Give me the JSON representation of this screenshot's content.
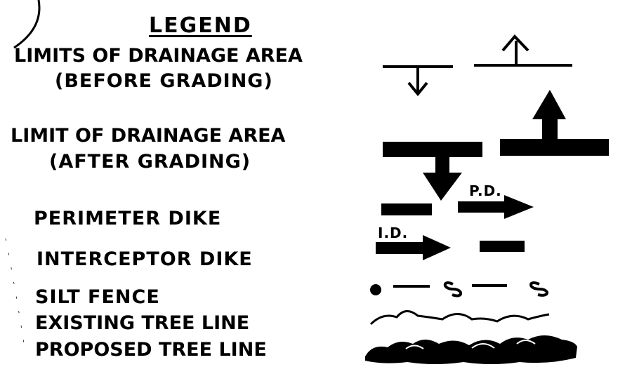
{
  "legend": {
    "title": "LEGEND",
    "items": [
      {
        "label_lines": [
          "LIMITS OF DRAINAGE AREA",
          "(BEFORE GRADING)"
        ],
        "symbol": "thin-line-with-small-arrows"
      },
      {
        "label_lines": [
          "LIMIT OF DRAINAGE AREA",
          "(AFTER GRADING)"
        ],
        "symbol": "thick-bar-with-bold-arrows"
      },
      {
        "label_lines": [
          "PERIMETER DIKE"
        ],
        "symbol": "dash-and-arrow",
        "symbol_text": "P.D."
      },
      {
        "label_lines": [
          "INTERCEPTOR DIKE"
        ],
        "symbol": "arrow-and-dash",
        "symbol_text": "I.D."
      },
      {
        "label_lines": [
          "SILT FENCE"
        ],
        "symbol": "dash-dot-loops"
      },
      {
        "label_lines": [
          "EXISTING TREE LINE"
        ],
        "symbol": "scalloped-line"
      },
      {
        "label_lines": [
          "PROPOSED TREE LINE"
        ],
        "symbol": "filled-scalloped-band"
      }
    ]
  },
  "colors": {
    "ink": "#000000",
    "paper": "#ffffff"
  }
}
